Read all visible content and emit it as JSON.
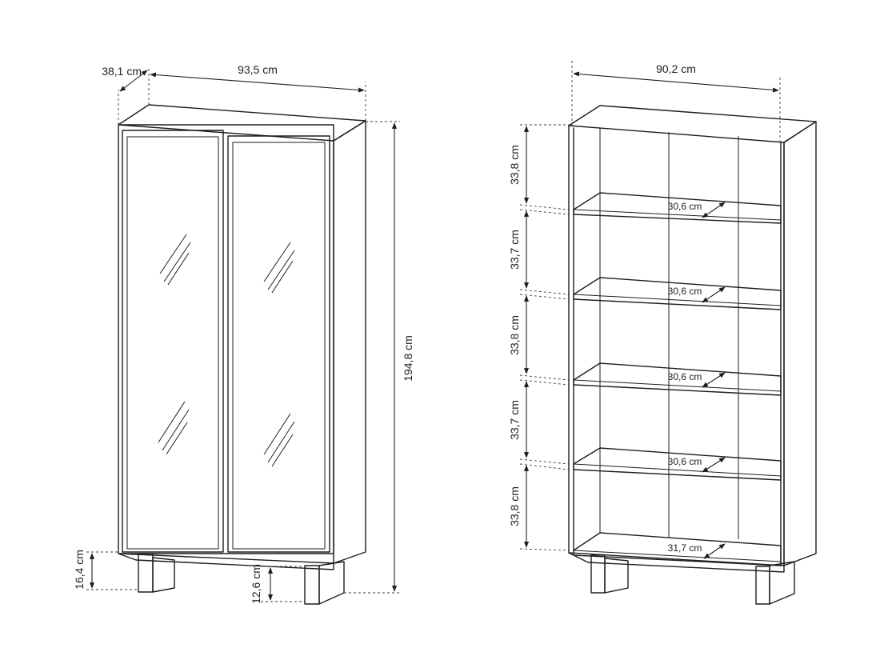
{
  "left_cabinet": {
    "depth": "38,1 cm",
    "width": "93,5 cm",
    "height": "194,8 cm",
    "leg_height": "16,4 cm",
    "floor_clearance": "12,6 cm"
  },
  "right_cabinet": {
    "width": "90,2 cm",
    "compartment_heights": [
      "33,8 cm",
      "33,7 cm",
      "33,8 cm",
      "33,7 cm",
      "33,8 cm"
    ],
    "shelf_depths": [
      "30,6 cm",
      "30,6 cm",
      "30,6 cm",
      "30,6 cm",
      "31,7 cm"
    ]
  }
}
